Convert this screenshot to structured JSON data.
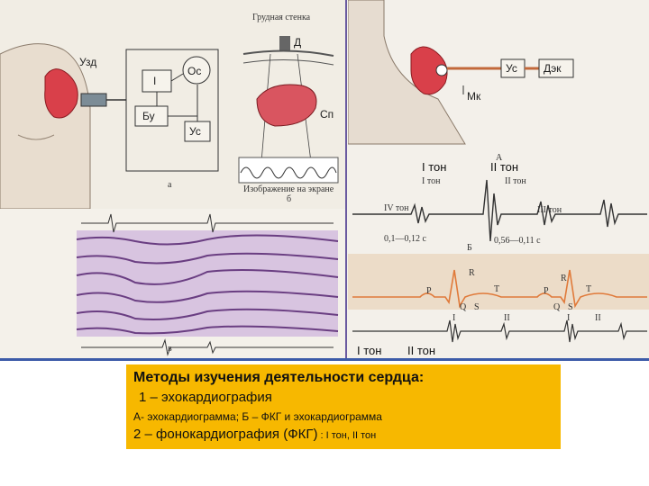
{
  "figure": {
    "left_top": {
      "uzd": "Узд",
      "boxes": [
        "I",
        "Ос",
        "Бу",
        "Ус"
      ],
      "chest_label": "Грудная стенка",
      "d_label": "Д",
      "sp_label": "Сп",
      "letter_a": "а",
      "letter_b": "б",
      "image_caption": "Изображение на экране"
    },
    "left_bottom": {
      "letter_v": "в",
      "tone1": "I тон",
      "tone2": "II тон"
    },
    "right": {
      "uc_box": "Ус",
      "dek_box": "Дэк",
      "mk_label": "Мк",
      "letter_a": "А",
      "tone1_header": "I  тон",
      "tone2_header": "II тон",
      "trace_I": "I тон",
      "trace_IV": "IV тон",
      "trace_II": "II тон",
      "trace_III": "III тон",
      "interval1": "0,1—0,12 с",
      "interval2": "0,56—0,11 с",
      "letter_b": "Б",
      "ecg": [
        "R",
        "P",
        "T",
        "Q",
        "S",
        "R",
        "P",
        "T",
        "Q",
        "S"
      ],
      "pcg": [
        "I",
        "II",
        "I",
        "II"
      ]
    }
  },
  "caption": {
    "title": "Методы изучения деятельности сердца:",
    "item1": "1 – эхокардиография",
    "item1_detail": "А- эхокардиограмма; Б – ФКГ и эхокардиограмма",
    "item2_main": "2 – фонокардиография (ФКГ)",
    "item2_tail": " :  I  тон,  II тон"
  },
  "colors": {
    "caption_bg": "#f7b800",
    "heart": "#d9404a",
    "ecg": "#e07a3a",
    "rule": "#3c5ba8"
  }
}
